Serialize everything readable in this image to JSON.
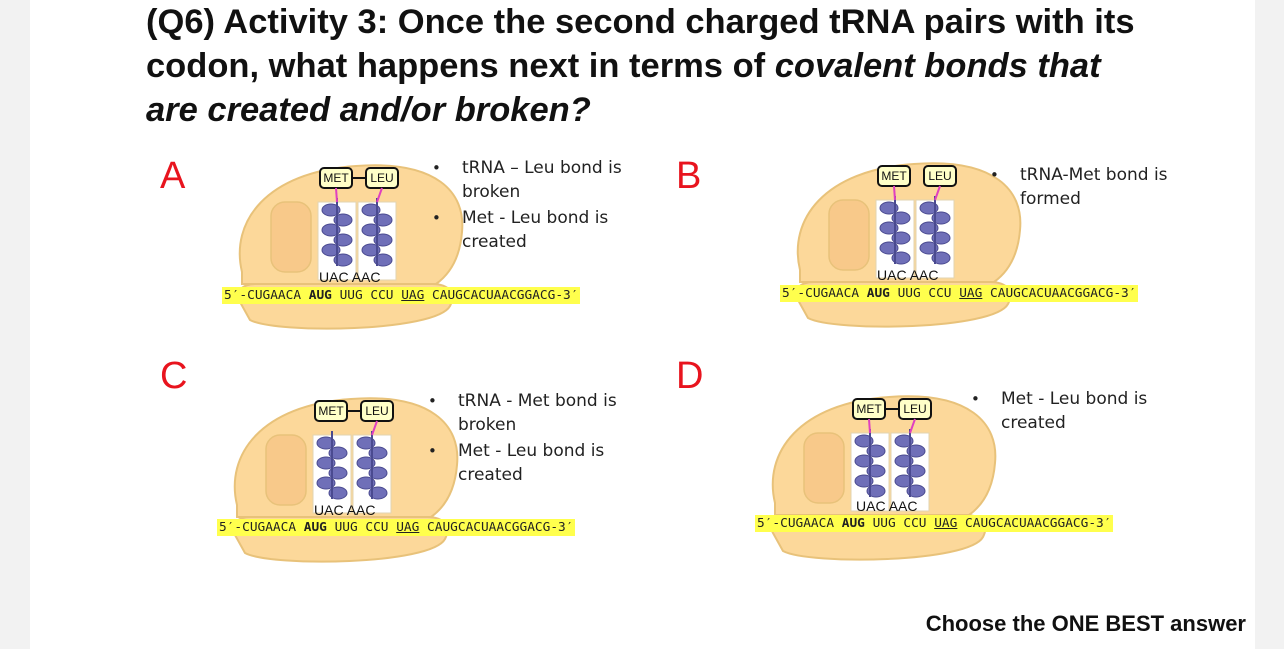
{
  "title": {
    "part1": "(Q6) Activity 3: Once the second charged tRNA pairs with its codon, what happens next in terms of ",
    "part2": "covalent bonds that are created and/or broken?"
  },
  "mrna": {
    "prefix": "5′-CUGAACA ",
    "start_codon": "AUG",
    "middle": " UUG CCU ",
    "stop_codon": "UAG",
    "suffix": " CAUGCACUAACGGACG-3′"
  },
  "amino_acids": {
    "first": "MET",
    "second": "LEU"
  },
  "anticodons": {
    "first": "UAC",
    "second": "AAC"
  },
  "options": [
    {
      "letter": "A",
      "bullets": [
        "tRNA – Leu bond is broken",
        "Met - Leu bond is created"
      ]
    },
    {
      "letter": "B",
      "bullets": [
        "tRNA-Met bond is formed"
      ]
    },
    {
      "letter": "C",
      "bullets": [
        "tRNA - Met bond is broken",
        "Met - Leu bond is created"
      ]
    },
    {
      "letter": "D",
      "bullets": [
        "Met - Leu bond is created"
      ]
    }
  ],
  "footer": "Choose the ONE BEST answer",
  "colors": {
    "letter": "#e8141e",
    "ribosome_fill": "#fcd89a",
    "ribosome_stroke": "#e8c27a",
    "mrna_highlight": "#ffff4d",
    "bond_line": "#e040c0",
    "trna": "#6f6fb8"
  }
}
